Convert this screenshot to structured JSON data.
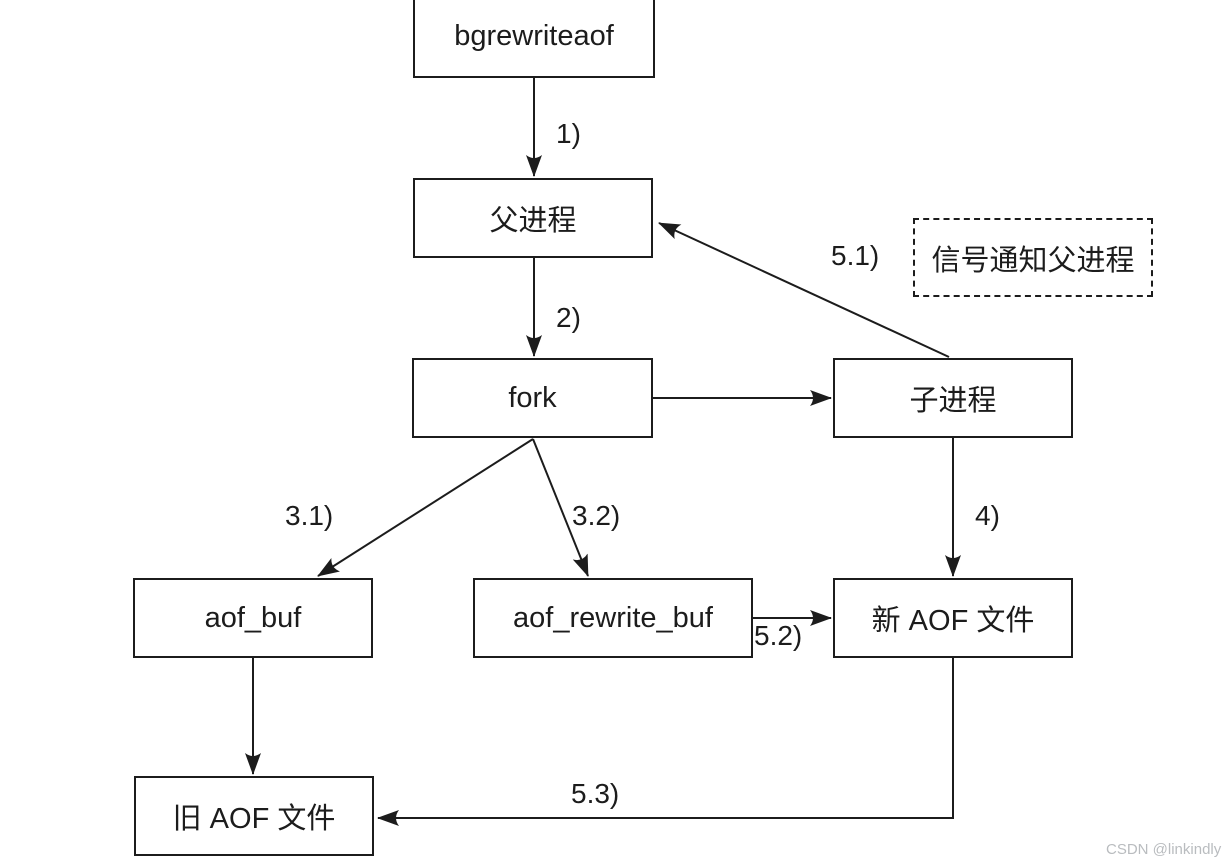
{
  "diagram": {
    "title_implied": "bgrewriteaof AOF rewrite flow",
    "nodes": {
      "bgrewriteaof": {
        "label": "bgrewriteaof"
      },
      "parent_process": {
        "label": "父进程"
      },
      "fork": {
        "label": "fork"
      },
      "child_process": {
        "label": "子进程"
      },
      "aof_buf": {
        "label": "aof_buf"
      },
      "aof_rewrite_buf": {
        "label": "aof_rewrite_buf"
      },
      "new_aof_file": {
        "label": "新 AOF 文件"
      },
      "old_aof_file": {
        "label": "旧 AOF 文件"
      },
      "signal_note": {
        "label": "信号通知父进程"
      }
    },
    "steps": {
      "step1": "1)",
      "step2": "2)",
      "step3_1": "3.1)",
      "step3_2": "3.2)",
      "step4": "4)",
      "step5_1": "5.1)",
      "step5_2": "5.2)",
      "step5_3": "5.3)"
    },
    "edges": [
      {
        "from": "bgrewriteaof",
        "to": "parent_process",
        "label": "1)"
      },
      {
        "from": "parent_process",
        "to": "fork",
        "label": "2)"
      },
      {
        "from": "fork",
        "to": "child_process",
        "label": ""
      },
      {
        "from": "fork",
        "to": "aof_buf",
        "label": "3.1)"
      },
      {
        "from": "fork",
        "to": "aof_rewrite_buf",
        "label": "3.2)"
      },
      {
        "from": "child_process",
        "to": "new_aof_file",
        "label": "4)"
      },
      {
        "from": "child_process",
        "to": "parent_process",
        "label": "5.1)",
        "note": "信号通知父进程"
      },
      {
        "from": "aof_rewrite_buf",
        "to": "new_aof_file",
        "label": "5.2)"
      },
      {
        "from": "aof_buf",
        "to": "old_aof_file",
        "label": ""
      },
      {
        "from": "new_aof_file",
        "to": "old_aof_file",
        "label": "5.3)"
      }
    ],
    "colors": {
      "line": "#1c1c1c",
      "box_border": "#1c1c1c",
      "background": "#ffffff",
      "watermark": "#b9bcbf"
    }
  },
  "watermark": {
    "text": "CSDN @linkindly"
  }
}
